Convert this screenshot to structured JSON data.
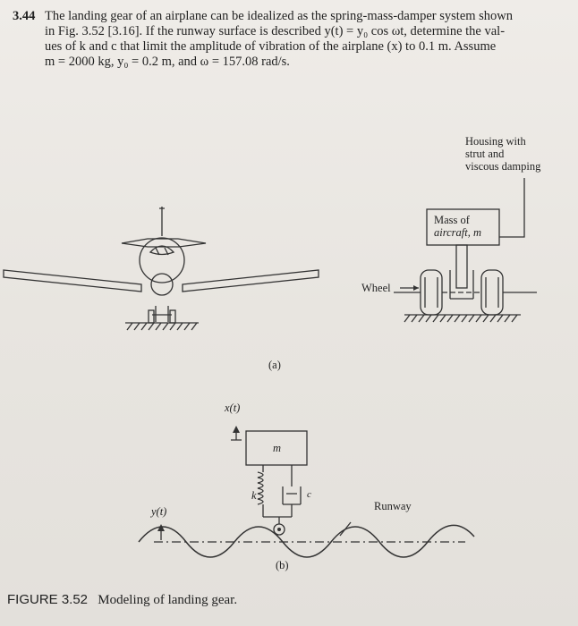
{
  "problem": {
    "number": "3.44",
    "lines": [
      "The landing gear of an airplane can be idealized as the spring-mass-damper system shown",
      "in Fig. 3.52 [3.16]. If the runway surface is described y(t) = y₀ cos ωt, determine the val-",
      "ues of k and c that limit the amplitude of vibration of the airplane (x) to 0.1 m. Assume",
      "m = 2000 kg, y₀ = 0.2 m, and ω = 157.08 rad/s."
    ]
  },
  "figure_a": {
    "housing_label": [
      "Housing with",
      "strut and",
      "viscous damping"
    ],
    "mass_label": [
      "Mass of",
      "aircraft, m"
    ],
    "wheel_label": "Wheel",
    "subcaption": "(a)"
  },
  "figure_b": {
    "x_label": "x(t)",
    "m_label": "m",
    "k_label": "k",
    "c_label": "c",
    "y_label": "y(t)",
    "runway_label": "Runway",
    "subcaption": "(b)"
  },
  "caption": {
    "number": "FIGURE 3.52",
    "text": "Modeling of landing gear."
  }
}
